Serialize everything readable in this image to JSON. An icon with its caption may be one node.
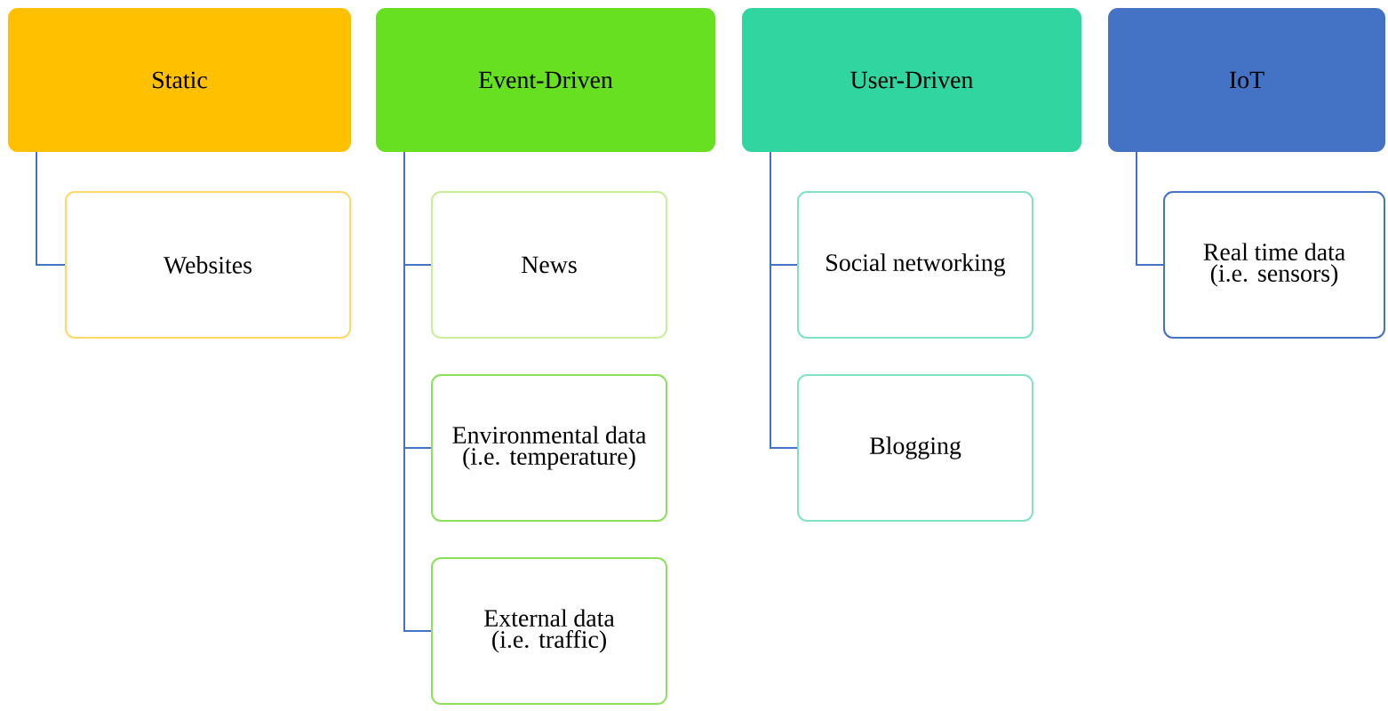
{
  "diagram": {
    "nodes": [
      {
        "text": [
          "Static"
        ]
      },
      {
        "text": [
          "Websites"
        ]
      },
      {
        "text": [
          "Event-Driven"
        ]
      },
      {
        "text": [
          "News"
        ]
      },
      {
        "text": [
          "Environmental data (i.e. temperature)"
        ]
      },
      {
        "text": [
          "External data (i.e. traffic)"
        ]
      },
      {
        "text": [
          "User-Driven"
        ]
      },
      {
        "text": [
          "Social networking"
        ]
      },
      {
        "text": [
          "Blogging"
        ]
      },
      {
        "text": [
          "IoT"
        ]
      },
      {
        "text": [
          "Real time data (i.e. sensors)"
        ]
      }
    ],
    "edges": [
      {
        "from": 0,
        "to": 1,
        "arrow": "none",
        "color": "#4472c4"
      },
      {
        "from": 2,
        "to": 3,
        "arrow": "none",
        "color": "#4472c4"
      },
      {
        "from": 2,
        "to": 4,
        "arrow": "none",
        "color": "#4472c4"
      },
      {
        "from": 2,
        "to": 5,
        "arrow": "none",
        "color": "#4472c4"
      },
      {
        "from": 6,
        "to": 7,
        "arrow": "none",
        "color": "#4472c4"
      },
      {
        "from": 6,
        "to": 8,
        "arrow": "none",
        "color": "#4472c4"
      },
      {
        "from": 9,
        "to": 10,
        "arrow": "none",
        "color": "#4472c4"
      }
    ]
  }
}
